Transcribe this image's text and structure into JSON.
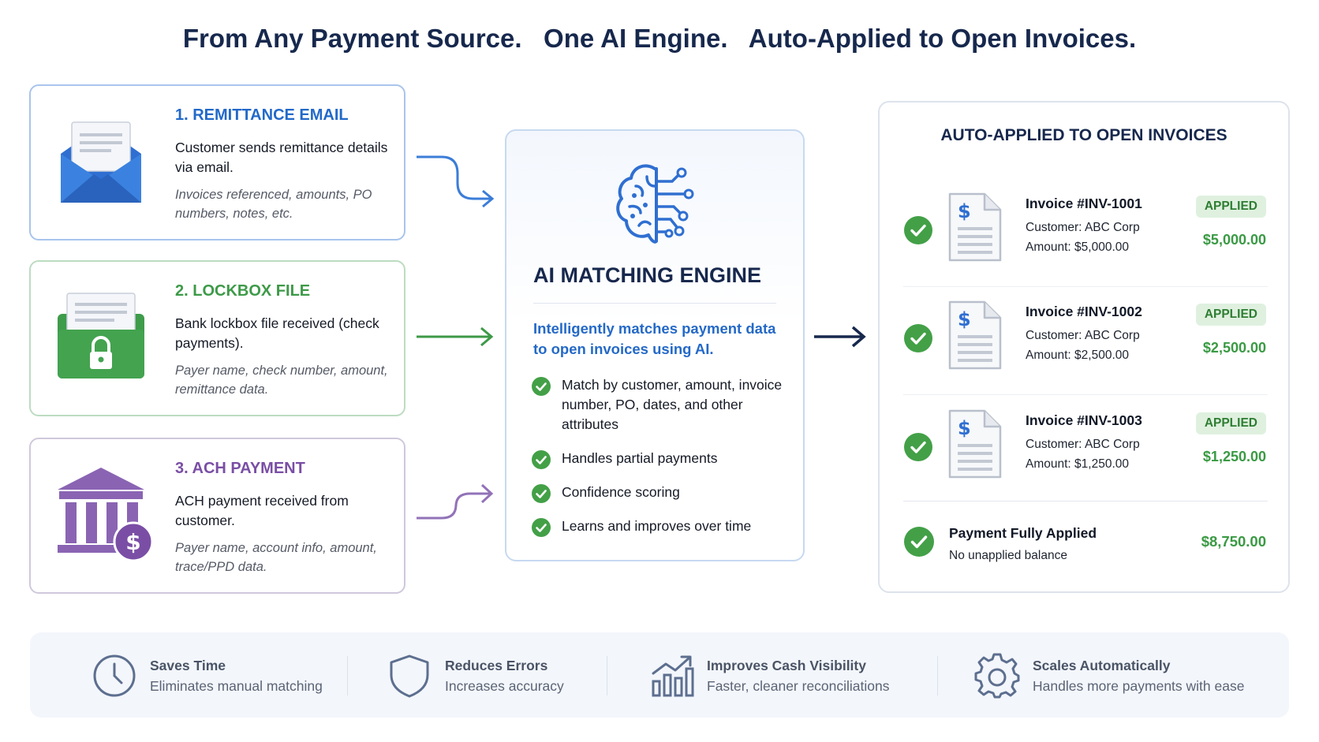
{
  "headline": "From Any Payment Source.   One AI Engine.   Auto-Applied to Open Invoices.",
  "sources": [
    {
      "title": "1. REMITTANCE EMAIL",
      "description": "Customer sends remittance details via email.",
      "detail": "Invoices referenced, amounts, PO numbers, notes, etc.",
      "icon": "envelope-icon",
      "color": "#2269c9"
    },
    {
      "title": "2. LOCKBOX FILE",
      "description": "Bank lockbox file received (check payments).",
      "detail": "Payer name, check number, amount, remittance data.",
      "icon": "lockbox-icon",
      "color": "#3d9a48"
    },
    {
      "title": "3. ACH PAYMENT",
      "description": "ACH payment received from customer.",
      "detail": "Payer name, account info, amount, trace/PPD data.",
      "icon": "bank-icon",
      "color": "#7a4ea5"
    }
  ],
  "engine": {
    "title": "AI MATCHING ENGINE",
    "subtitle": "Intelligently matches payment data to open invoices using AI.",
    "icon": "brain-circuit-icon",
    "features": [
      "Match by customer, amount, invoice number, PO, dates, and other attributes",
      "Handles partial payments",
      "Confidence scoring",
      "Learns and improves over time"
    ]
  },
  "invoices_panel": {
    "title": "AUTO-APPLIED TO OPEN INVOICES",
    "invoices": [
      {
        "title": "Invoice #INV-1001",
        "customer": "Customer: ABC Corp",
        "amount_line": "Amount: $5,000.00",
        "status": "APPLIED",
        "amount": "$5,000.00"
      },
      {
        "title": "Invoice #INV-1002",
        "customer": "Customer: ABC Corp",
        "amount_line": "Amount: $2,500.00",
        "status": "APPLIED",
        "amount": "$2,500.00"
      },
      {
        "title": "Invoice #INV-1003",
        "customer": "Customer: ABC Corp",
        "amount_line": "Amount: $1,250.00",
        "status": "APPLIED",
        "amount": "$1,250.00"
      }
    ],
    "total": {
      "title": "Payment Fully Applied",
      "subtitle": "No unapplied balance",
      "amount": "$8,750.00"
    }
  },
  "benefits": [
    {
      "title": "Saves Time",
      "subtitle": "Eliminates manual matching",
      "icon": "clock-icon"
    },
    {
      "title": "Reduces Errors",
      "subtitle": "Increases accuracy",
      "icon": "shield-icon"
    },
    {
      "title": "Improves Cash Visibility",
      "subtitle": "Faster, cleaner reconciliations",
      "icon": "growth-chart-icon"
    },
    {
      "title": "Scales Automatically",
      "subtitle": "Handles more payments with ease",
      "icon": "gear-icon"
    }
  ],
  "colors": {
    "navy": "#17284d",
    "blue": "#2269c9",
    "green": "#3d9a48",
    "purple": "#7a4ea5",
    "check_green": "#43a047"
  }
}
